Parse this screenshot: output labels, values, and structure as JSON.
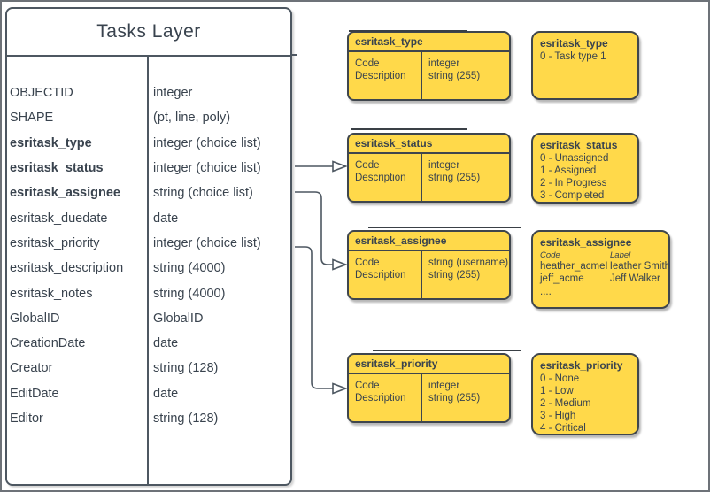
{
  "diagram": {
    "colors": {
      "box_fill": "#FFD94A",
      "box_stroke": "#3F464D",
      "line": "#4D5761",
      "text": "#39434E"
    },
    "main_table": {
      "title": "Tasks Layer",
      "rows": [
        {
          "name": "OBJECTID",
          "type": "integer",
          "bold": false
        },
        {
          "name": "SHAPE",
          "type": "(pt, line, poly)",
          "bold": false
        },
        {
          "name": "esritask_type",
          "type": "integer (choice list)",
          "bold": true
        },
        {
          "name": "esritask_status",
          "type": "integer (choice list)",
          "bold": true
        },
        {
          "name": "esritask_assignee",
          "type": "string (choice list)",
          "bold": true
        },
        {
          "name": "esritask_duedate",
          "type": "date",
          "bold": false
        },
        {
          "name": "esritask_priority",
          "type": "integer (choice list)",
          "bold": false
        },
        {
          "name": "esritask_description",
          "type": "string (4000)",
          "bold": false
        },
        {
          "name": "esritask_notes",
          "type": "string (4000)",
          "bold": false
        },
        {
          "name": "GlobalID",
          "type": "GlobalID",
          "bold": false
        },
        {
          "name": "CreationDate",
          "type": "date",
          "bold": false
        },
        {
          "name": "Creator",
          "type": "string (128)",
          "bold": false
        },
        {
          "name": "EditDate",
          "type": "date",
          "bold": false
        },
        {
          "name": "Editor",
          "type": "string (128)",
          "bold": false
        }
      ]
    },
    "field_boxes": [
      {
        "title": "esritask_type",
        "rows": [
          {
            "name": "Code",
            "type": "integer"
          },
          {
            "name": "Description",
            "type": "string (255)"
          }
        ]
      },
      {
        "title": "esritask_status",
        "rows": [
          {
            "name": "Code",
            "type": "integer"
          },
          {
            "name": "Description",
            "type": "string (255)"
          }
        ]
      },
      {
        "title": "esritask_assignee",
        "rows": [
          {
            "name": "Code",
            "type": "string (username)"
          },
          {
            "name": "Description",
            "type": "string (255)"
          }
        ]
      },
      {
        "title": "esritask_priority",
        "rows": [
          {
            "name": "Code",
            "type": "integer"
          },
          {
            "name": "Description",
            "type": "string (255)"
          }
        ]
      }
    ],
    "lookup_boxes": [
      {
        "title": "esritask_type",
        "lines": [
          "0 - Task type 1"
        ]
      },
      {
        "title": "esritask_status",
        "lines": [
          "0 - Unassigned",
          "1 - Assigned",
          "2 - In Progress",
          "3 - Completed"
        ]
      },
      {
        "title": "esritask_assignee",
        "columns": [
          "Code",
          "Label"
        ],
        "rows": [
          [
            "heather_acme",
            "Heather Smith"
          ],
          [
            "jeff_acme",
            "Jeff Walker"
          ]
        ],
        "more": "...."
      },
      {
        "title": "esritask_priority",
        "lines": [
          "0 - None",
          "1 - Low",
          "2 - Medium",
          "3 - High",
          "4 - Critical"
        ]
      }
    ]
  }
}
